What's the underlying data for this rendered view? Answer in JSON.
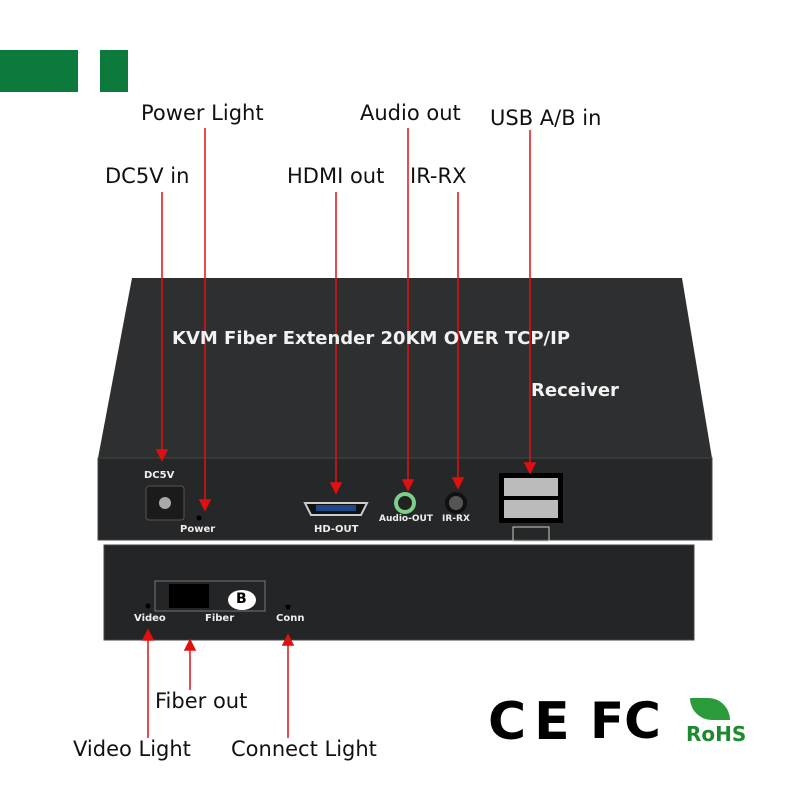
{
  "callouts": {
    "power_light": "Power Light",
    "audio_out": "Audio out",
    "usb_in": "USB A/B in",
    "dc5v_in": "DC5V in",
    "hdmi_out": "HDMI out",
    "ir_rx": "IR-RX",
    "fiber_out": "Fiber out",
    "video_light": "Video Light",
    "connect_light": "Connect Light"
  },
  "device": {
    "title": "KVM Fiber Extender 20KM OVER TCP/IP",
    "subtitle": "Receiver",
    "ports": {
      "dc5v": "DC5V",
      "power": "Power",
      "hd_out": "HD-OUT",
      "audio_out": "Audio-OUT",
      "ir_rx": "IR-RX",
      "video": "Video",
      "fiber": "Fiber",
      "conn": "Conn",
      "b_badge": "B"
    }
  },
  "certifications": {
    "ce": "CE",
    "fc": "FC",
    "rohs": "RoHS"
  },
  "colors": {
    "brand_green": "#0b7a3b",
    "callout_red": "#e01010",
    "device": "#2a2b2d"
  }
}
